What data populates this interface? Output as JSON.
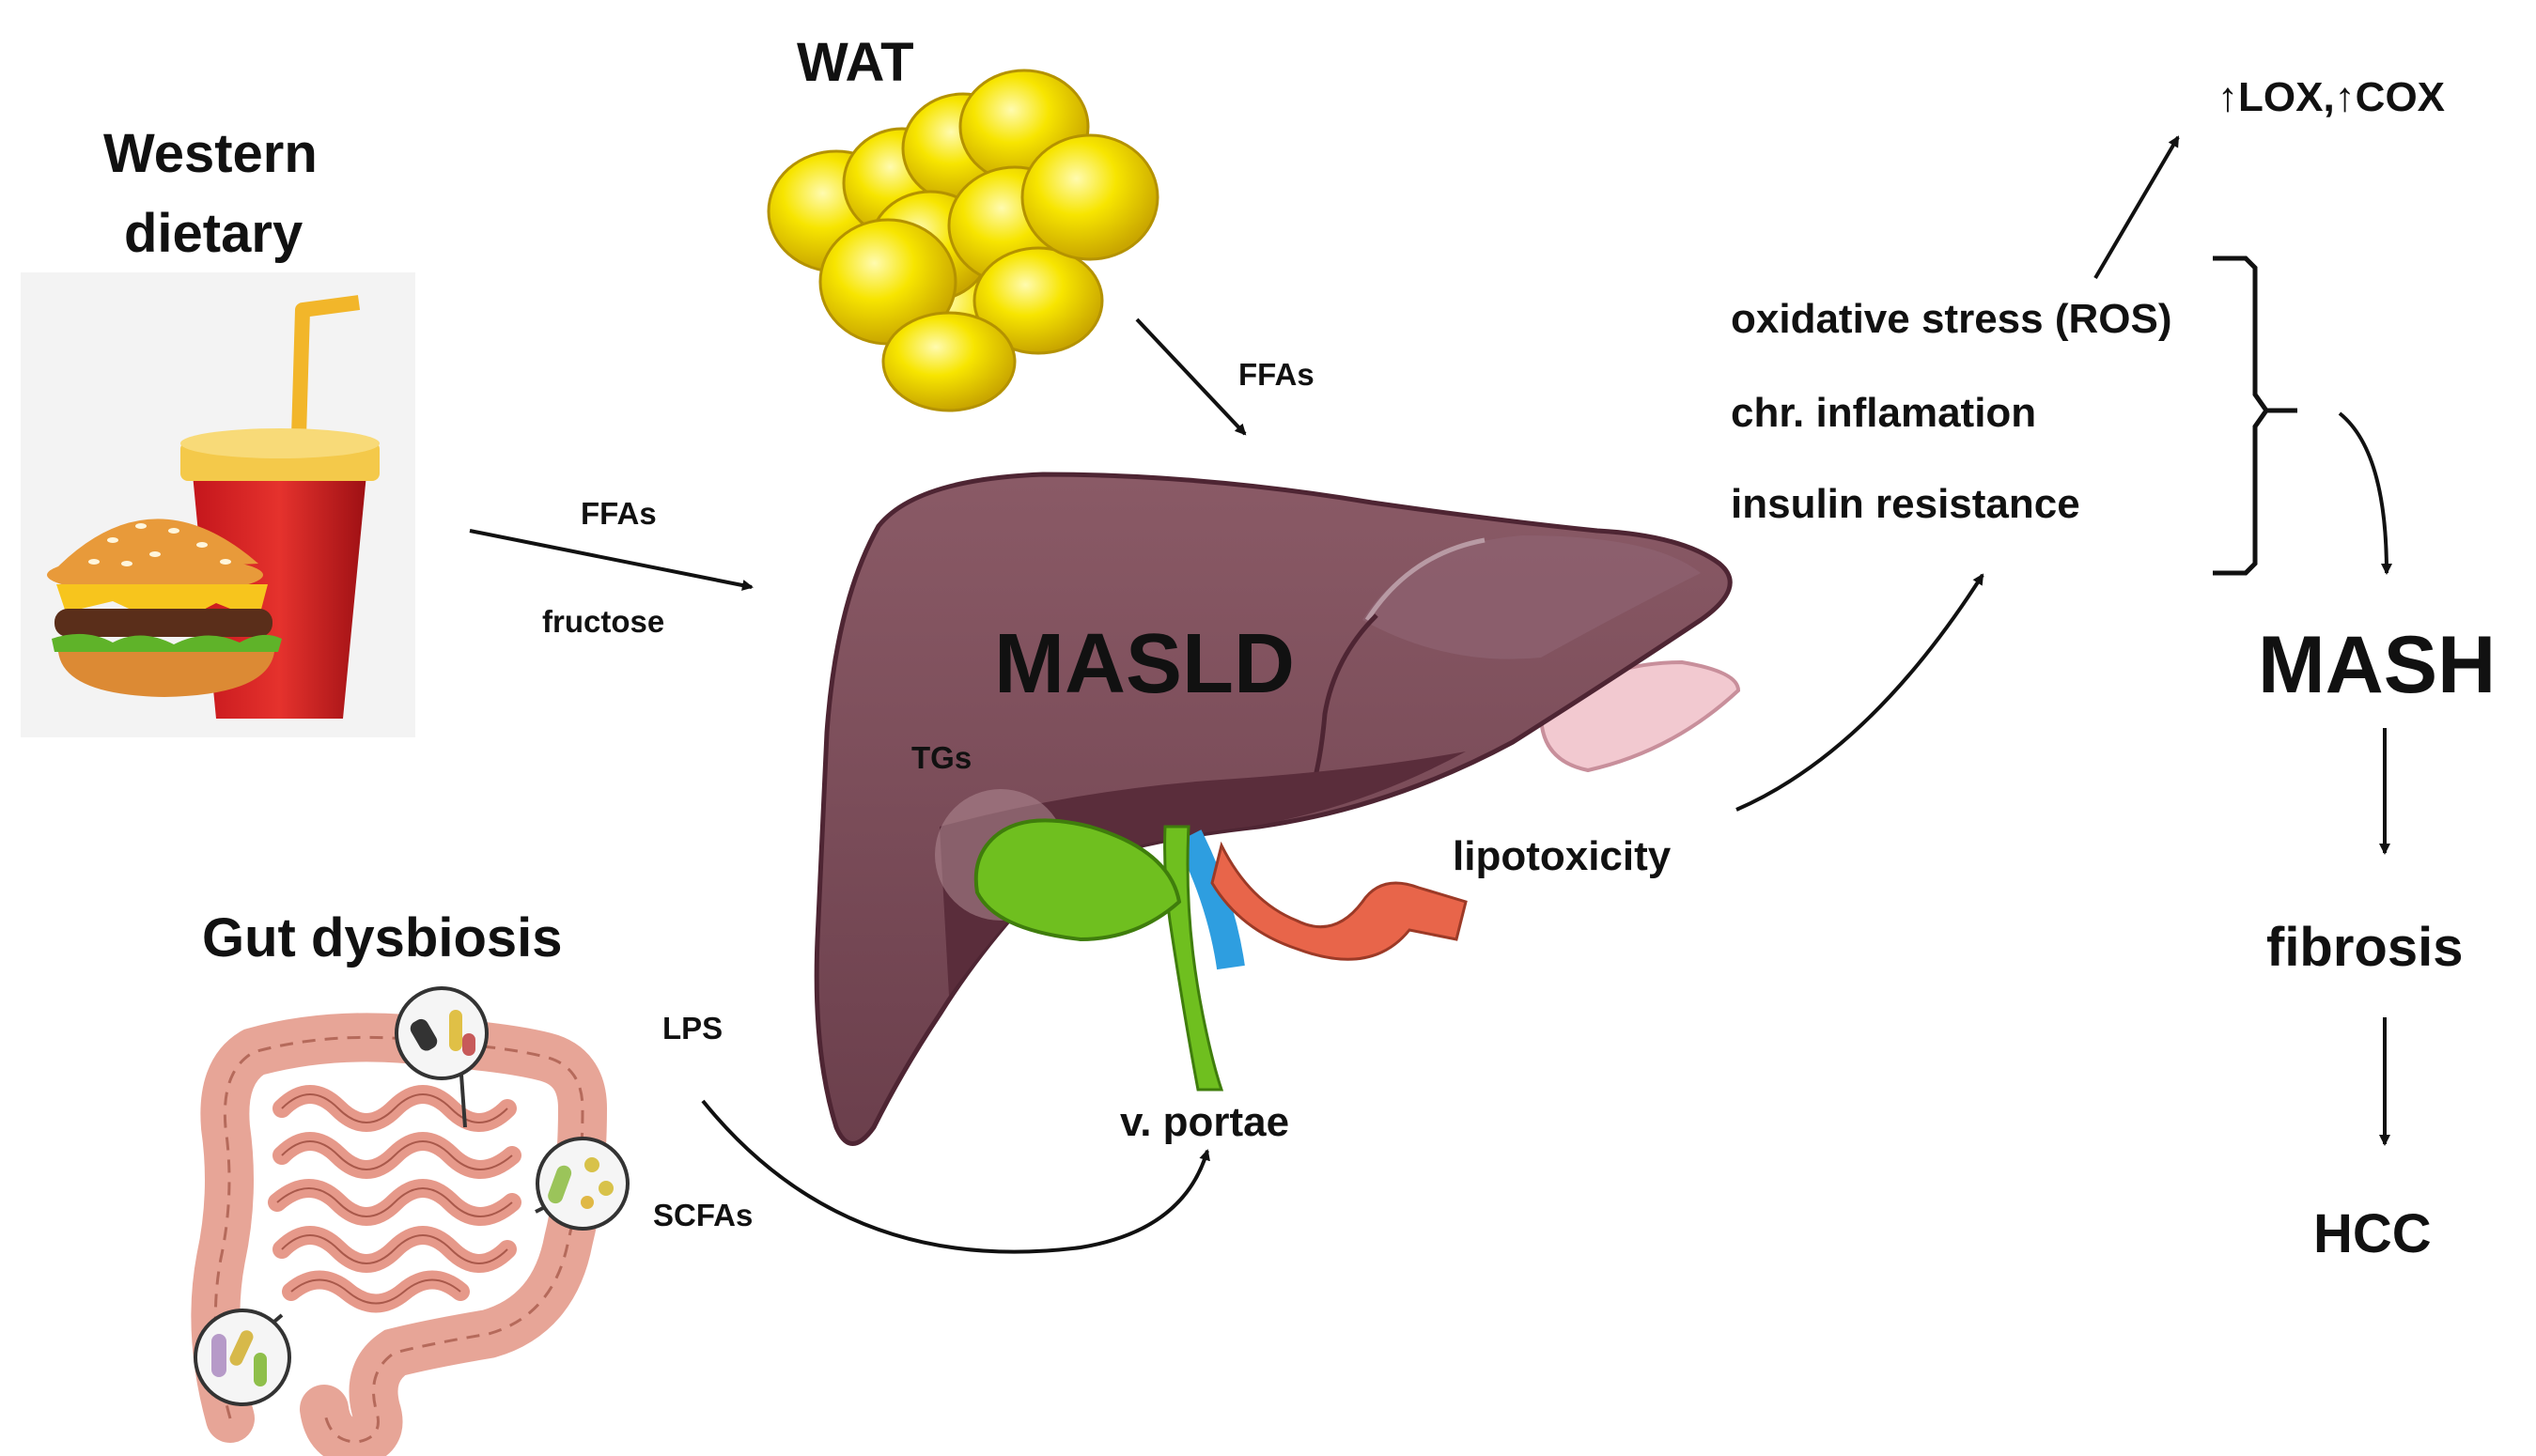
{
  "nodes": {
    "western_dietary": {
      "line1": "Western",
      "line2": "dietary"
    },
    "wat": "WAT",
    "gut_dysbiosis": "Gut dysbiosis",
    "masld": "MASLD",
    "tgs": "TGs",
    "lipotoxicity": "lipotoxicity",
    "v_portae": "v. portae",
    "mash": "MASH",
    "fibrosis": "fibrosis",
    "hcc": "HCC",
    "lox_cox": "↑LOX,↑COX"
  },
  "edges": {
    "diet_ffas": "FFAs",
    "diet_fructose": "fructose",
    "wat_ffas": "FFAs",
    "gut_lps": "LPS",
    "gut_scfas": "SCFAs"
  },
  "mechanisms": [
    "oxidative stress (ROS)",
    "chr. inflamation",
    "insulin resistance"
  ],
  "colors": {
    "liver": "#7a4b57",
    "liver_dark": "#5e3240",
    "fat_cell": "#f5e000",
    "gallbladder": "#6fbf1f",
    "artery": "#e8654a",
    "vein_blue": "#2e9ee0",
    "intestine": "#e7a597",
    "arrow": "#111111"
  },
  "icons": [
    "burger-icon",
    "soda-cup-icon",
    "fat-cells-icon",
    "liver-icon",
    "intestine-icon",
    "bacteria-icon"
  ]
}
